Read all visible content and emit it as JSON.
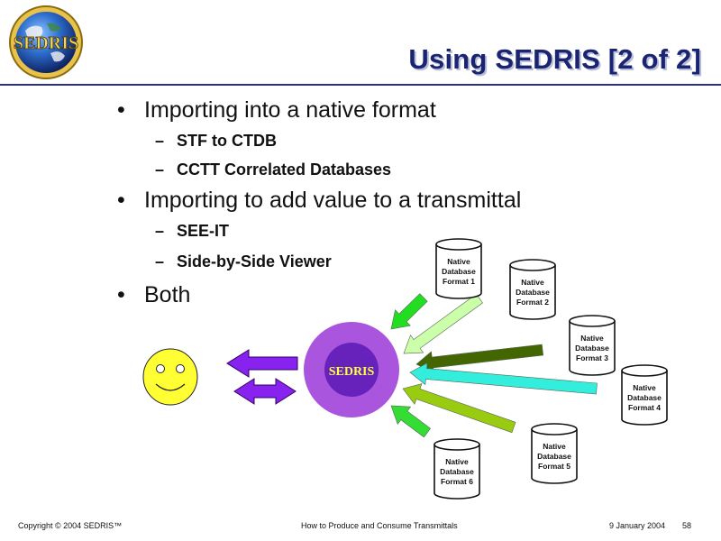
{
  "logo": {
    "text": "SEDRIS"
  },
  "title": "Using SEDRIS [2 of 2]",
  "bullets": [
    {
      "text": "Importing into a native format",
      "sub": [
        "STF to CTDB",
        "CCTT Correlated Databases"
      ]
    },
    {
      "text": "Importing to add value to a transmittal",
      "sub": [
        "SEE-IT",
        "Side-by-Side Viewer"
      ]
    },
    {
      "text": "Both",
      "sub": []
    }
  ],
  "bullet_glyph": "•",
  "dash_glyph": "–",
  "diagram": {
    "hub_label": "SEDRIS",
    "databases": [
      {
        "lines": [
          "Native",
          "Database",
          "Format 1"
        ],
        "arrow_color": "#22dd22"
      },
      {
        "lines": [
          "Native",
          "Database",
          "Format 2"
        ],
        "arrow_color": "#ccffaa"
      },
      {
        "lines": [
          "Native",
          "Database",
          "Format 3"
        ],
        "arrow_color": "#446600"
      },
      {
        "lines": [
          "Native",
          "Database",
          "Format 4"
        ],
        "arrow_color": "#33eedd"
      },
      {
        "lines": [
          "Native",
          "Database",
          "Format 5"
        ],
        "arrow_color": "#99cc11"
      },
      {
        "lines": [
          "Native",
          "Database",
          "Format 6"
        ],
        "arrow_color": "#33dd33"
      }
    ],
    "colors": {
      "hub_outer": "#aa55dd",
      "hub_inner": "#6622bb",
      "user_arrows": "#8822ee",
      "smiley": "#ffff33"
    },
    "icons": [
      "smiley-face-icon",
      "left-arrow-icon",
      "double-arrow-icon",
      "database-cylinder-icon"
    ]
  },
  "footer": {
    "copyright": "Copyright © 2004 SEDRIS™",
    "center": "How to Produce and Consume Transmittals",
    "date": "9 January 2004",
    "page": "58"
  }
}
